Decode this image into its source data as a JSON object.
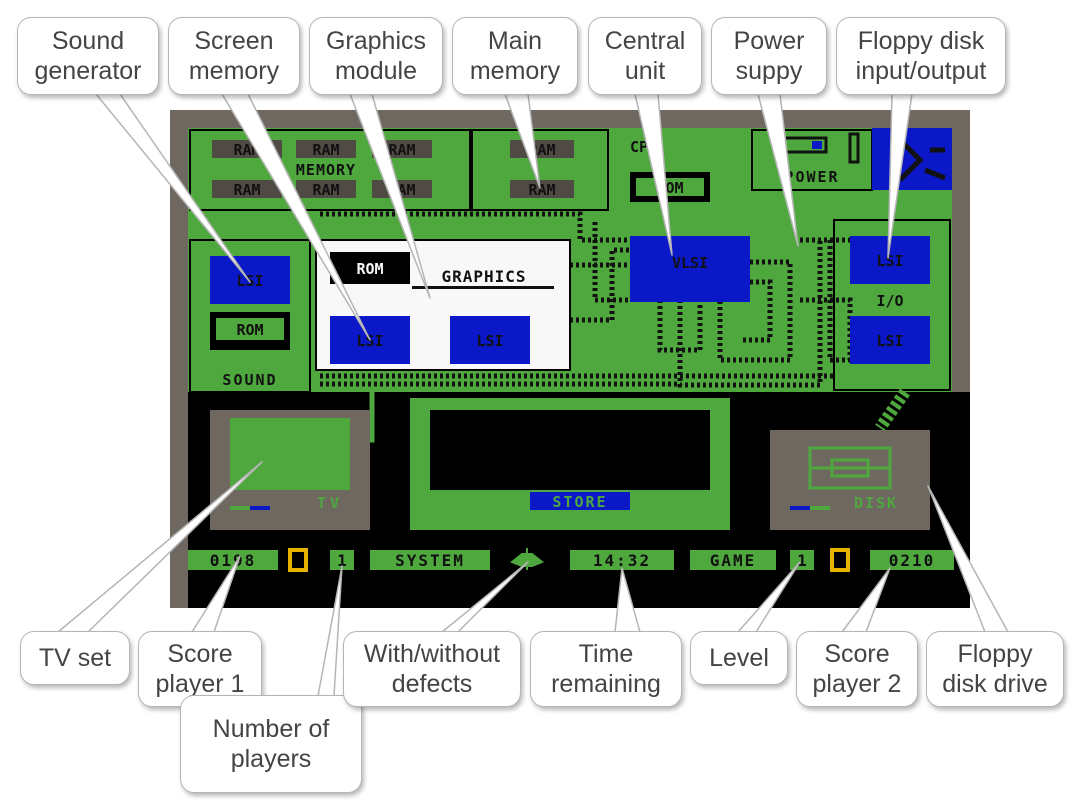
{
  "colors": {
    "frame": "#6e6860",
    "board": "#4fa83e",
    "chip_blue": "#0a18c8",
    "black": "#000000",
    "white": "#f8f8f8",
    "yellow": "#e8b200",
    "gray_box": "#6e6860",
    "callout_bg": "#ffffff",
    "callout_border": "#b5b5b5",
    "callout_text": "#444444"
  },
  "callouts": {
    "sound_generator": "Sound\ngenerator",
    "screen_memory": "Screen\nmemory",
    "graphics_module": "Graphics\nmodule",
    "main_memory": "Main\nmemory",
    "central_unit": "Central\nunit",
    "power_supply": "Power\nsuppy",
    "floppy_io": "Floppy disk\ninput/output",
    "tv_set": "TV set",
    "score_player1": "Score\nplayer 1",
    "number_of_players": "Number of\nplayers",
    "defects": "With/without\ndefects",
    "time_remaining": "Time\nremaining",
    "level": "Level",
    "score_player2": "Score\nplayer 2",
    "floppy_drive": "Floppy\ndisk drive"
  },
  "game": {
    "ram": "RAM",
    "rom": "ROM",
    "lsi": "LSI",
    "vlsi": "VLSI",
    "memory_label": "MEMORY",
    "cpu_label": "CPU",
    "power_label": "POWER",
    "graphics_label": "GRAPHICS",
    "sound_label": "SOUND",
    "io_label": "I/O",
    "tv_label": "TV",
    "store_label": "STORE",
    "disk_label": "DISK",
    "hud": {
      "score1": "0198",
      "players": "1",
      "system": "SYSTEM",
      "time": "14:32",
      "game": "GAME",
      "level": "1",
      "score2": "0210"
    }
  }
}
